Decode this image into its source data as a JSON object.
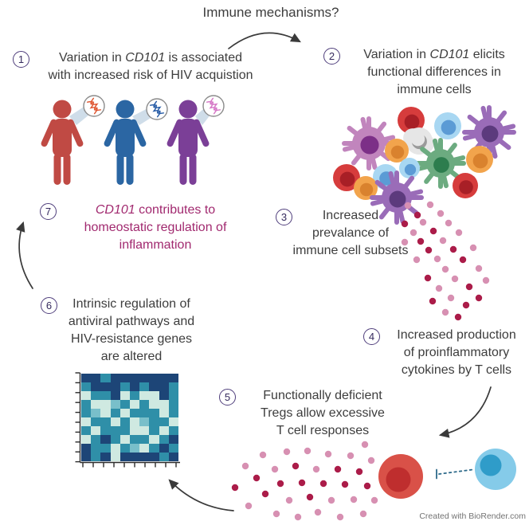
{
  "title": "Immune mechanisms?",
  "credit": "Created with BioRender.com",
  "steps": [
    {
      "number": "1",
      "pre": "Variation in ",
      "italic": "CD101",
      "post": " is associated",
      "lines": [
        "with increased risk of HIV acquistion"
      ]
    },
    {
      "number": "2",
      "pre": "Variation in ",
      "italic": "CD101",
      "post": " elicits",
      "lines": [
        "functional differences in",
        "immune cells"
      ]
    },
    {
      "number": "3",
      "pre": "",
      "italic": "",
      "post": "Increased",
      "lines": [
        "prevalance of",
        "immune cell subsets"
      ]
    },
    {
      "number": "4",
      "pre": "",
      "italic": "",
      "post": "Increased production",
      "lines": [
        "of proinflammatory",
        "cytokines by T cells"
      ]
    },
    {
      "number": "5",
      "pre": "",
      "italic": "",
      "post": "Functionally deficient",
      "lines": [
        "Tregs allow excessive",
        "T cell responses"
      ]
    },
    {
      "number": "6",
      "pre": "",
      "italic": "",
      "post": "Intrinsic regulation of",
      "lines": [
        "antiviral pathways and",
        "HIV-resistance genes",
        "are altered"
      ]
    },
    {
      "number": "7",
      "pre": "",
      "italic": "CD101",
      "post": " contributes to",
      "lines": [
        "homeostatic regulation of",
        "inflammation"
      ]
    }
  ],
  "colors": {
    "text": "#3d3d3d",
    "accent_text": "#a1296f",
    "step_circle_border": "#4f3e7c",
    "step_circle_text": "#352a5e",
    "arrow": "#3a3a3a",
    "credit_text": "#737373",
    "axis": "#2b2b2b",
    "person_red": "#c04a44",
    "person_blue": "#2b66a3",
    "person_purple": "#7b3f97",
    "dna_red": "#e05a36",
    "dna_blue": "#2b5fa8",
    "dna_pink": "#d77bc8",
    "callout": "#cfdde9",
    "callout_circle_border": "#8b8b8b",
    "cell_red": "#d63c3c",
    "cell_red_nucleus": "#a81f26",
    "cell_blue_light": "#a8d7f2",
    "cell_blue_nucleus": "#5b9bd5",
    "cell_orange": "#f2a44c",
    "cell_orange_nucleus": "#d9822e",
    "cell_purple": "#9a6cb8",
    "cell_purple_nucleus": "#5c3a7d",
    "cell_green": "#6cab80",
    "cell_green_nucleus": "#2d7d4e",
    "cell_gray": "#e6e6e6",
    "cell_gray_nucleus": "#9a9a9a",
    "cell_mauve": "#c185bd",
    "cell_mauve_nucleus": "#7c2f87",
    "dot_pink": "#d790b2",
    "dot_crimson": "#ab1c49",
    "tcell_red": "#d95148",
    "tcell_red_nucleus": "#bf2e2e",
    "treg_blue": "#85cbe9",
    "treg_blue_nucleus": "#2f9cc9",
    "inhibit_line": "#2d6a8a"
  },
  "illustration": {
    "people_dna_variants": [
      "red-person red-dna",
      "blue-person blue-dna",
      "purple-person pink-dna"
    ],
    "immune_cell_types": [
      "red round cell",
      "light blue round cell",
      "orange round cell",
      "purple dendritic cell",
      "green dendritic cell",
      "gray neutrophil",
      "mauve macrophage"
    ],
    "cytokines": "scattered pink and crimson dots",
    "inhibition": "T-bar dashed line between Treg (blue cell) and T cell (red cell)",
    "heatmap": {
      "palette": {
        "D": "#1d4577",
        "M": "#2f8fa8",
        "T": "#79bfca",
        "L": "#cfe9e1"
      },
      "grid": [
        "DDMDDDDDDD",
        "MDDDMDMDDM",
        "LMMDLMLLDM",
        "MLLTMLMLLM",
        "MTLMLMMMLM",
        "LMMLMLTMML",
        "MLMMMLLMLM",
        "LMDMLMMLMD",
        "DMMLMTLMDM",
        "DMDLDDDDMD"
      ]
    }
  }
}
